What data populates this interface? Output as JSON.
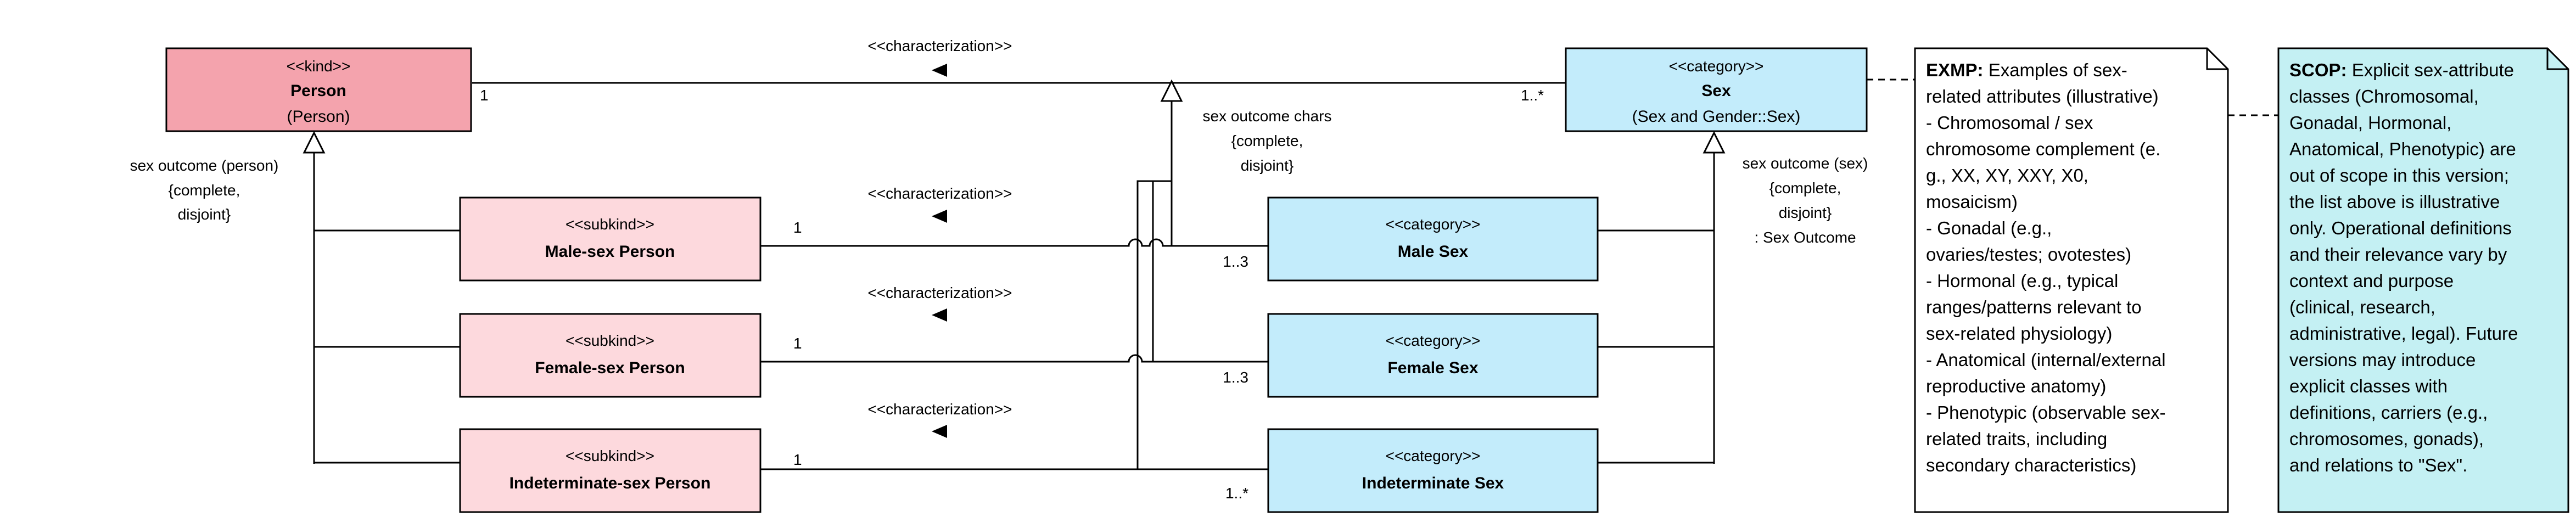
{
  "classes": {
    "person": {
      "stereotype": "<<kind>>",
      "name": "Person",
      "subtitle": "(Person)"
    },
    "male_person": {
      "stereotype": "<<subkind>>",
      "name": "Male-sex Person"
    },
    "female_person": {
      "stereotype": "<<subkind>>",
      "name": "Female-sex Person"
    },
    "indeterminate_person": {
      "stereotype": "<<subkind>>",
      "name": "Indeterminate-sex Person"
    },
    "sex": {
      "stereotype": "<<category>>",
      "name": "Sex",
      "subtitle": "(Sex and Gender::Sex)"
    },
    "male_sex": {
      "stereotype": "<<category>>",
      "name": "Male Sex"
    },
    "female_sex": {
      "stereotype": "<<category>>",
      "name": "Female Sex"
    },
    "indeterminate_sex": {
      "stereotype": "<<category>>",
      "name": "Indeterminate Sex"
    }
  },
  "relations": {
    "char_top": {
      "label": "<<characterization>>",
      "source_mult": "1",
      "target_mult": "1..*"
    },
    "char_male": {
      "label": "<<characterization>>",
      "source_mult": "1",
      "target_mult": "1..3"
    },
    "char_female": {
      "label": "<<characterization>>",
      "source_mult": "1",
      "target_mult": "1..3"
    },
    "char_indeterminate": {
      "label": "<<characterization>>",
      "source_mult": "1",
      "target_mult": "1..*"
    }
  },
  "generalization_sets": {
    "person_set": {
      "lines": [
        "sex outcome (person)",
        "{complete,",
        "disjoint}"
      ]
    },
    "chars_set": {
      "lines": [
        "sex outcome chars",
        "{complete,",
        "disjoint}"
      ]
    },
    "sex_set": {
      "lines": [
        "sex outcome (sex)",
        "{complete,",
        "disjoint}",
        ": Sex Outcome"
      ]
    }
  },
  "notes": {
    "exmp": {
      "heading": "EXMP:",
      "lines": [
        "Examples of sex-",
        "related attributes (illustrative)",
        "- Chromosomal / sex",
        "chromosome complement (e.",
        "g., XX, XY, XXY, X0,",
        "mosaicism)",
        "- Gonadal (e.g.,",
        "ovaries/testes; ovotestes)",
        "- Hormonal (e.g., typical",
        "ranges/patterns relevant to",
        "sex-related physiology)",
        "- Anatomical (internal/external",
        "reproductive anatomy)",
        "- Phenotypic (observable sex-",
        "related traits, including",
        "secondary characteristics)"
      ]
    },
    "scop": {
      "heading": "SCOP:",
      "lines": [
        "Explicit sex-attribute",
        "classes (Chromosomal,",
        "Gonadal, Hormonal,",
        "Anatomical, Phenotypic) are",
        "out of scope in this version;",
        "the list above is illustrative",
        "only. Operational definitions",
        "and their relevance vary by",
        "context and purpose",
        "(clinical, research,",
        "administrative, legal). Future",
        "versions may introduce",
        "explicit classes with",
        "definitions, carriers (e.g.,",
        "chromosomes, gonads),",
        "and relations to \"Sex\"."
      ]
    }
  },
  "colors": {
    "kind_fill": "#f4a3ad",
    "subkind_fill": "#fdd9dd",
    "category_fill": "#c3ecfb",
    "exmp_fill": "#ffffff",
    "scop_fill": "#c4f0f3",
    "stroke": "#000000"
  }
}
